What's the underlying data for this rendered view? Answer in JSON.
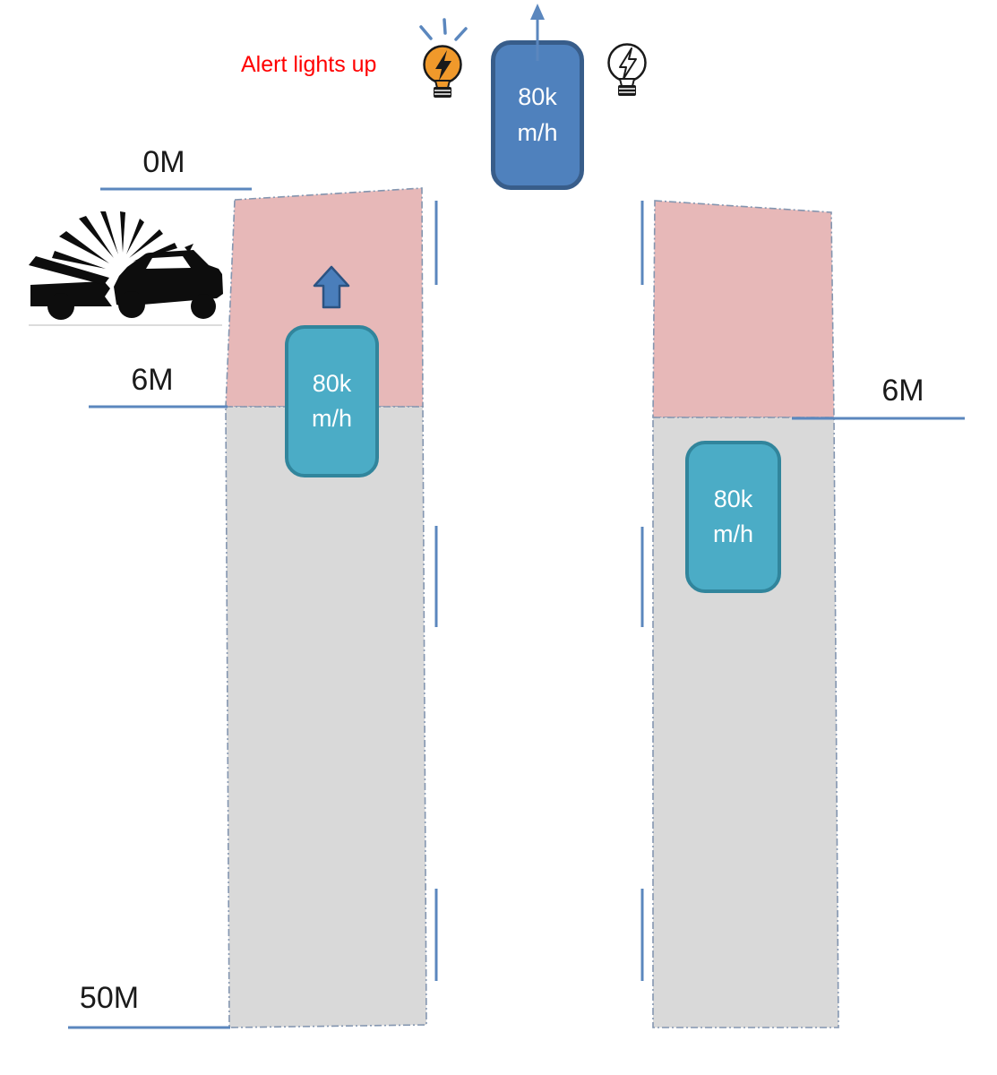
{
  "alert": {
    "text": "Alert lights up",
    "color": "#ff0000"
  },
  "distance_markers": {
    "m0": "0M",
    "m6_left": "6M",
    "m50": "50M",
    "m6_right": "6M"
  },
  "vehicles": {
    "ego": {
      "speed": "80k\nm/h",
      "fill": "#4f81bd",
      "border": "#385d8a"
    },
    "left_lane": {
      "speed": "80k\nm/h",
      "fill": "#4bacc6",
      "border": "#31859c"
    },
    "right_lane": {
      "speed": "80k\nm/h",
      "fill": "#4bacc6",
      "border": "#31859c"
    }
  },
  "lanes": {
    "danger_color": "#e7b8b8",
    "clear_color": "#d9d9d9",
    "border_color": "#8496b0"
  },
  "lines": {
    "color": "#5b87be"
  },
  "icons": {
    "crash": "car-crash-icon",
    "bulb_on": "alert-bulb-on-icon",
    "bulb_off": "alert-bulb-off-icon",
    "up_arrow": "up-arrow-icon",
    "lane_arrow": "lane-direction-arrow-icon"
  }
}
